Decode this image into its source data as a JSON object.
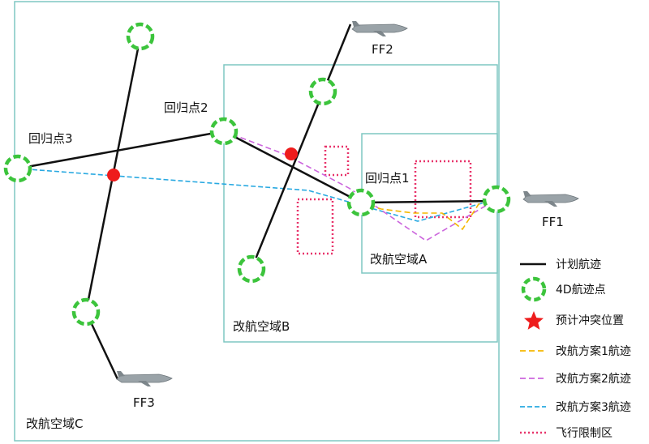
{
  "regions": {
    "c": "改航空域C",
    "b": "改航空域B",
    "a": "改航空域A"
  },
  "points": {
    "return1": "回归点1",
    "return2": "回归点2",
    "return3": "回归点3"
  },
  "aircraft": {
    "ff1": "FF1",
    "ff2": "FF2",
    "ff3": "FF3"
  },
  "legend": {
    "planned_route": "计划航迹",
    "waypoint_4d": "4D航迹点",
    "conflict": "预计冲突位置",
    "plan1": "改航方案1航迹",
    "plan2": "改航方案2航迹",
    "plan3": "改航方案3航迹",
    "restricted": "飞行限制区"
  },
  "colors": {
    "planned_route": "#111111",
    "waypoint": "#3cc43c",
    "conflict": "#ee1c1c",
    "plan1": "#f5b800",
    "plan2": "#cc66dd",
    "plan3": "#29a9e1",
    "restricted": "#e8336a",
    "region_border": "#7fc7c2"
  }
}
